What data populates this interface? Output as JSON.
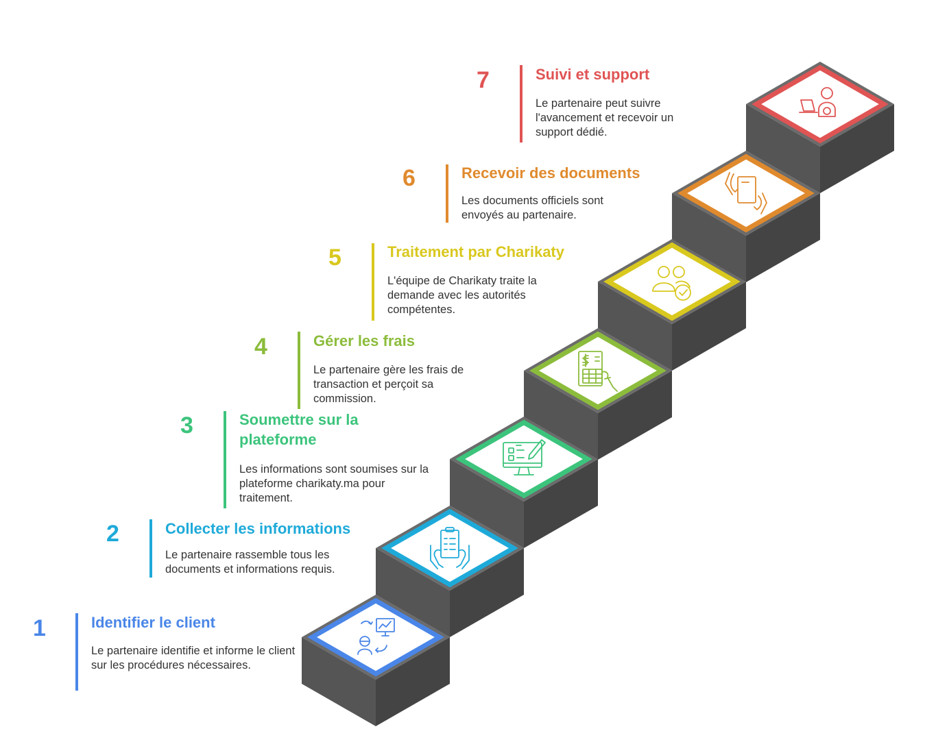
{
  "colors": {
    "shade_top": "#6b6b6b",
    "shade_front": "#555555",
    "shade_side": "#444444"
  },
  "steps": [
    {
      "number": "1",
      "title": "Identifier le client",
      "desc": "Le partenaire identifie et informe le client sur les procédures nécessaires.",
      "color": "#4a86e8",
      "icon": "client-presentation-icon"
    },
    {
      "number": "2",
      "title": "Collecter les informations",
      "desc": "Le partenaire rassemble tous les documents et informations requis.",
      "color": "#1eaad9",
      "icon": "clipboard-hands-icon"
    },
    {
      "number": "3",
      "title": "Soumettre sur la plateforme",
      "desc": "Les informations sont soumises sur la plateforme charikaty.ma pour traitement.",
      "color": "#3cc47c",
      "icon": "monitor-form-icon"
    },
    {
      "number": "4",
      "title": "Gérer les frais",
      "desc": "Le partenaire gère les frais de transaction et perçoit sa commission.",
      "color": "#8cbc3c",
      "icon": "invoice-calculator-icon"
    },
    {
      "number": "5",
      "title": "Traitement par Charikaty",
      "desc": "L'équipe de Charikaty traite la demande avec les autorités compétentes.",
      "color": "#d9c81e",
      "icon": "team-check-icon"
    },
    {
      "number": "6",
      "title": "Recevoir des documents",
      "desc": "Les documents officiels sont envoyés au partenaire.",
      "color": "#e08a2e",
      "icon": "document-hands-icon"
    },
    {
      "number": "7",
      "title": "Suivi et support",
      "desc": "Le partenaire peut suivre l'avancement et recevoir un support dédié.",
      "color": "#e05454",
      "icon": "support-agent-icon"
    }
  ]
}
